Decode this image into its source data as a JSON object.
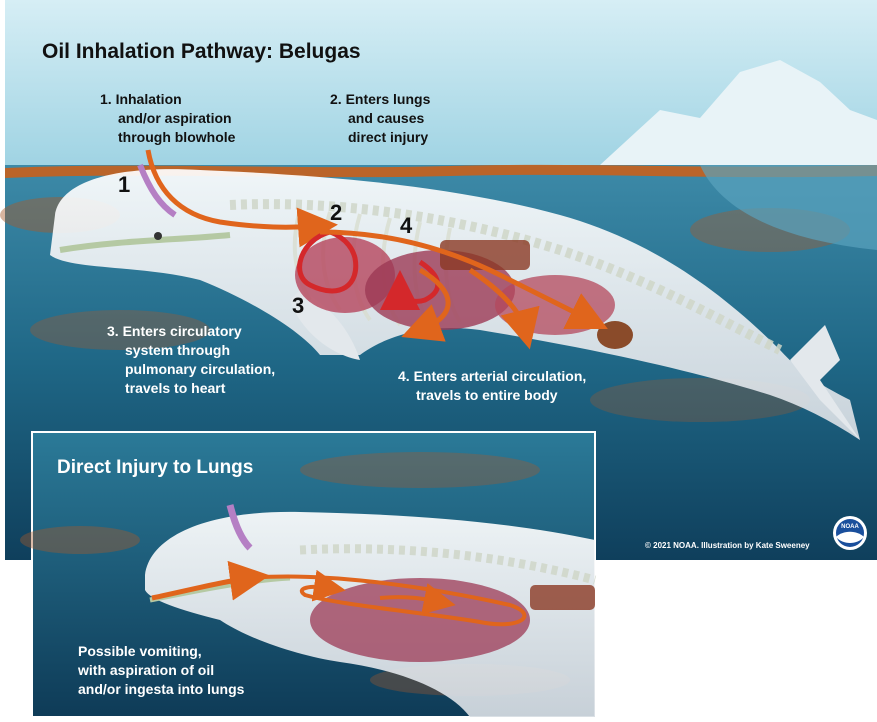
{
  "title": "Oil Inhalation Pathway: Belugas",
  "steps": [
    {
      "marker": "1",
      "lines": [
        "1. Inhalation",
        "and/or aspiration",
        "through blowhole"
      ]
    },
    {
      "marker": "2",
      "lines": [
        "2. Enters lungs",
        "and causes",
        "direct injury"
      ]
    },
    {
      "marker": "3",
      "lines": [
        "3. Enters circulatory",
        "system through",
        "pulmonary circulation,",
        "travels to heart"
      ]
    },
    {
      "marker": "4",
      "lines": [
        "4. Enters arterial circulation,",
        "travels to entire body"
      ]
    }
  ],
  "inset": {
    "title": "Direct Injury to Lungs",
    "caption": [
      "Possible vomiting,",
      "with aspiration of oil",
      "and/or ingesta into lungs"
    ]
  },
  "credit": "© 2021 NOAA. Illustration by Kate Sweeney",
  "logo": {
    "icon": "noaa-logo-icon",
    "text": "NOAA"
  },
  "colors": {
    "sky": "#a9dbe8",
    "water": "#236a8a",
    "oil": "#c8611c",
    "arrow_orange": "#e0651c",
    "arrow_red": "#d4282b",
    "whale": "#f1f2f4"
  }
}
